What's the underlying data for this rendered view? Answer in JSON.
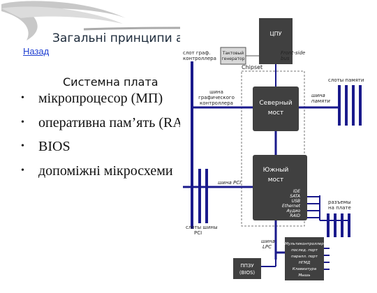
{
  "slide": {
    "title": "Загальні принципи а",
    "back_link": "Назад",
    "subtitle": "Системна плата",
    "bullets": [
      "мікропроцесор (МП)",
      "оперативна пам’ять (RA",
      "BIOS",
      "допоміжні мікросхеми"
    ],
    "colors": {
      "title": "#1c2a3a",
      "link": "#1f3fd1",
      "bus": "#1a1a8c",
      "chip": "#404040",
      "deco": "#c8c8c8"
    }
  },
  "diagram": {
    "cpu": "ЦПУ",
    "graphics_slot": [
      "слот граф.",
      "контроллера"
    ],
    "clock_gen": [
      "Тактовый",
      "генератор"
    ],
    "fsb": [
      "Front-side",
      "bus"
    ],
    "chipset": "Chipset",
    "memory_slots": "слоты памяти",
    "graphics_bus": [
      "шина",
      "графического",
      "контроллера"
    ],
    "northbridge": [
      "Северный",
      "мост"
    ],
    "memory_bus": [
      "шина",
      "памяти"
    ],
    "southbridge": [
      "Южный",
      "мост"
    ],
    "southbridge_ports": [
      "IDE",
      "SATA",
      "USB",
      "Ethernet",
      "Аудио",
      "RAID"
    ],
    "pci_bus": "шина PCI",
    "pci_slots": [
      "слоты шины",
      "PCI"
    ],
    "board_connectors": [
      "разъемы",
      "на плате"
    ],
    "lpc_bus": [
      "шина",
      "LPC"
    ],
    "bios_chip": [
      "ППЗУ",
      "(BIOS)"
    ],
    "io_controller": [
      "Мультиконтроллер",
      "послед. порт",
      "паралл. порт",
      "НГМД",
      "Клавиатура",
      "Мышь"
    ]
  }
}
